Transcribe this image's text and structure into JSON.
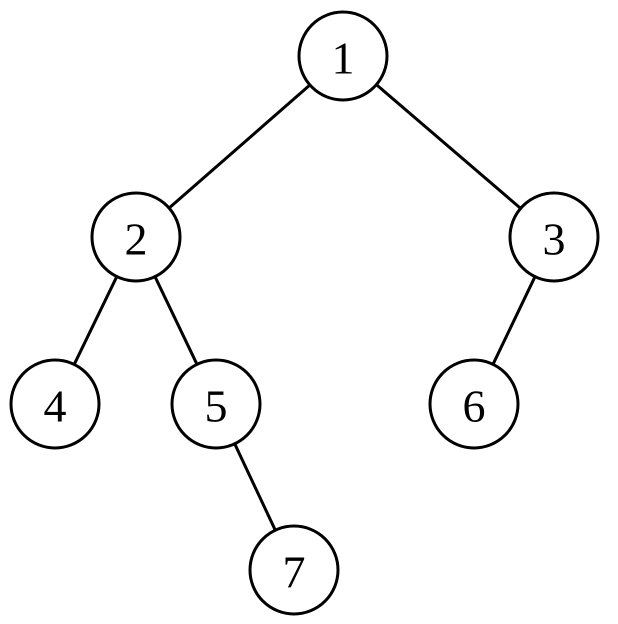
{
  "tree": {
    "nodes": [
      {
        "id": "1",
        "label": "1"
      },
      {
        "id": "2",
        "label": "2"
      },
      {
        "id": "3",
        "label": "3"
      },
      {
        "id": "4",
        "label": "4"
      },
      {
        "id": "5",
        "label": "5"
      },
      {
        "id": "6",
        "label": "6"
      },
      {
        "id": "7",
        "label": "7"
      }
    ],
    "edges": [
      {
        "from": "1",
        "to": "2"
      },
      {
        "from": "1",
        "to": "3"
      },
      {
        "from": "2",
        "to": "4"
      },
      {
        "from": "2",
        "to": "5"
      },
      {
        "from": "3",
        "to": "6"
      },
      {
        "from": "5",
        "to": "7"
      }
    ]
  }
}
